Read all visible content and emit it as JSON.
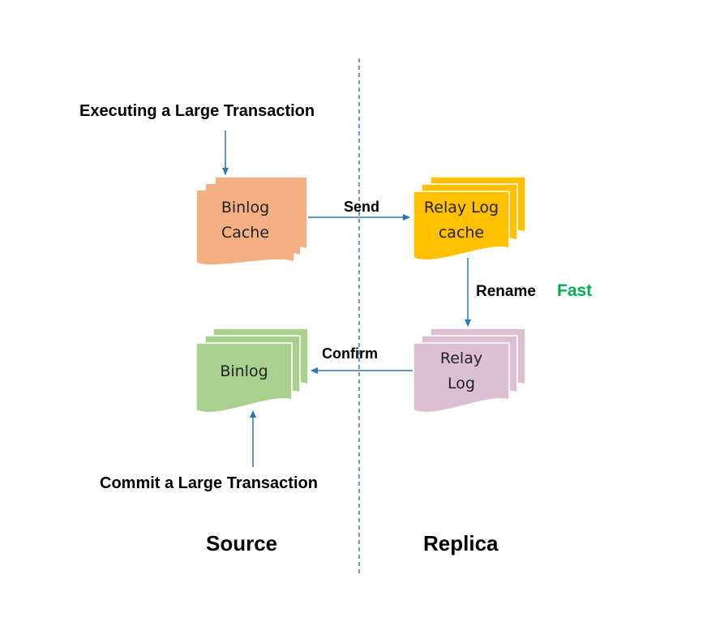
{
  "labels": {
    "executing": "Executing a Large Transaction",
    "commit": "Commit a Large Transaction",
    "send": "Send",
    "confirm": "Confirm",
    "rename": "Rename",
    "fast": "Fast",
    "source": "Source",
    "replica": "Replica"
  },
  "boxes": {
    "binlog_cache": {
      "line1": "Binlog",
      "line2": "Cache",
      "fill": "#F4B083",
      "stroke": "#F4B083"
    },
    "relay_log_cache": {
      "line1": "Relay Log",
      "line2": "cache",
      "fill": "#FFC000",
      "stroke": "#FFC000"
    },
    "binlog": {
      "line1": "Binlog",
      "fill": "#A9D08E",
      "stroke": "#A9D08E"
    },
    "relay_log": {
      "line1": "Relay",
      "line2": "Log",
      "fill": "#DDBFD3",
      "stroke": "#DDBFD3"
    }
  },
  "colors": {
    "arrow": "#2E75B6",
    "divider": "#4472C4",
    "fast": "#00B050"
  }
}
